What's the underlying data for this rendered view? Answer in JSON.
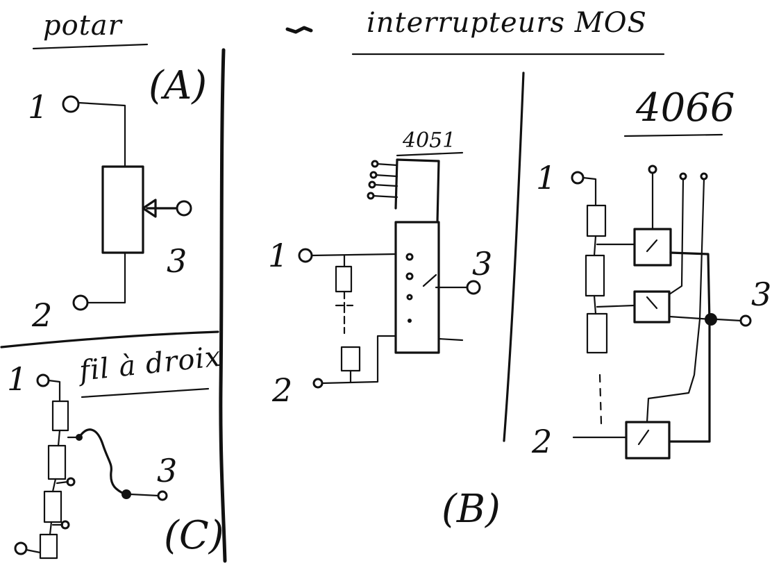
{
  "section_a": {
    "title": "potar",
    "panel_label": "(A)",
    "terminal_1": "1",
    "terminal_2": "2",
    "terminal_3": "3"
  },
  "section_b": {
    "title": "interrupteurs MOS",
    "panel_label": "(B)",
    "chip_4051": "4051",
    "chip_4066": "4066",
    "terminals_4051": [
      "1",
      "2",
      "3"
    ],
    "terminals_4066": [
      "1",
      "2",
      "3"
    ]
  },
  "section_c": {
    "title": "fil à droix",
    "panel_label": "(C)",
    "terminal_1": "1",
    "terminal_3": "3"
  }
}
